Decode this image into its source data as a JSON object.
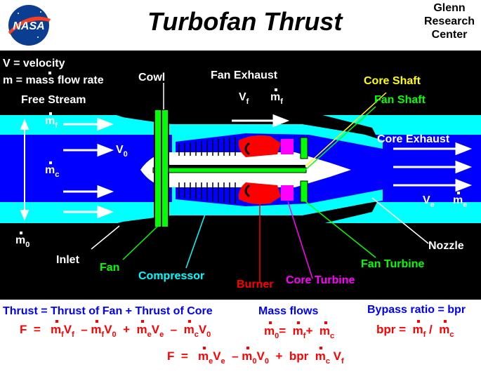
{
  "header": {
    "logo_text": "NASA",
    "title": "Turbofan   Thrust",
    "org_line1": "Glenn",
    "org_line2": "Research",
    "org_line3": "Center"
  },
  "legend": {
    "velocity": "V = velocity",
    "mass_flow": "m = mass flow rate"
  },
  "labels": {
    "free_stream": "Free Stream",
    "cowl": "Cowl",
    "fan_exhaust": "Fan  Exhaust",
    "core_shaft": "Core  Shaft",
    "fan_shaft": "Fan  Shaft",
    "core_exhaust": "Core  Exhaust",
    "nozzle": "Nozzle",
    "inlet": "Inlet",
    "fan": "Fan",
    "compressor": "Compressor",
    "burner": "Burner",
    "core_turbine": "Core  Turbine",
    "fan_turbine": "Fan  Turbine"
  },
  "symbols": {
    "V": "V",
    "m": "m",
    "f": "f",
    "c": "c",
    "e": "e",
    "zero": "0"
  },
  "equations": {
    "thrust_words": "Thrust =  Thrust of Fan  +  Thrust of Core",
    "mass_flows": "Mass  flows",
    "bypass_ratio": "Bypass  ratio = bpr",
    "F": "F",
    "eq": "=",
    "bpr": "bpr"
  },
  "colors": {
    "panel": "#000000",
    "bypass_stream": "#00ffff",
    "core_stream": "#0000ff",
    "fan": "#00ff00",
    "burner": "#ff0000",
    "core_turbine": "#ff00ff",
    "core_shaft": "#ffff00",
    "label_fan": "#00ff00",
    "label_compressor": "#00ffff",
    "label_burner": "#ff0000",
    "label_core_turbine": "#ff00ff",
    "label_core_shaft": "#ffff00"
  }
}
